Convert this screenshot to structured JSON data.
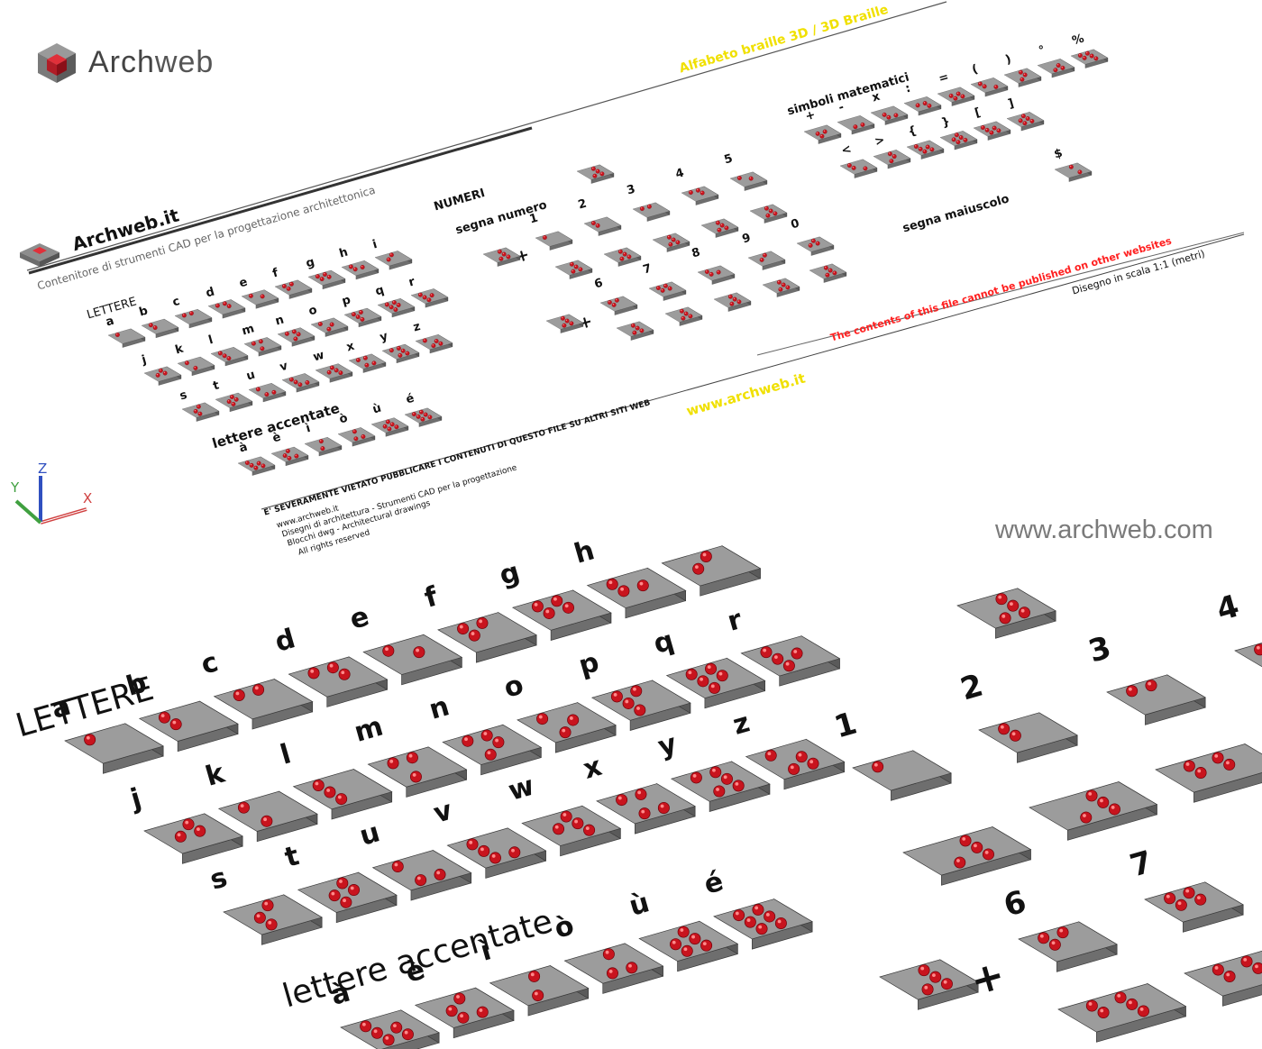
{
  "logo": {
    "brand": "Arch",
    "brand2": "web",
    "icon": "archweb-cube-icon"
  },
  "website": "www.archweb.com",
  "sheet": {
    "title_yellow": "Alfabeto braille 3D  /  3D Braille",
    "archweb_it": "Archweb.it",
    "subtitle": "Contenitore di strumenti CAD per la progettazione architettonica",
    "numeri": "NUMERI",
    "segna_numero": "segna numero",
    "simboli": "simboli matematici",
    "segna_maiuscolo": "segna maiuscolo",
    "lettere": "LETTERE",
    "lettere_accentate": "lettere accentate",
    "red_notice": "The contents of this file cannot be published on other websites",
    "scale": "Disegno in scala 1:1 (metri)",
    "www_yellow": "www.archweb.it",
    "severamente": "E' SEVERAMENTE VIETATO PUBBLICARE I CONTENUTI DI QUESTO FILE SU ALTRI SITI WEB",
    "footer_lines": [
      "www.archweb.it",
      "Disegni di architettura - Strumenti CAD  per la progettazione",
      "Blocchi dwg - Architectural drawings",
      "All rights reserved"
    ],
    "axes": {
      "x": "X",
      "y": "Y",
      "z": "Z"
    }
  },
  "letters": [
    {
      "ch": "a",
      "dots": [
        1
      ]
    },
    {
      "ch": "b",
      "dots": [
        1,
        2
      ]
    },
    {
      "ch": "c",
      "dots": [
        1,
        4
      ]
    },
    {
      "ch": "d",
      "dots": [
        1,
        4,
        5
      ]
    },
    {
      "ch": "e",
      "dots": [
        1,
        5
      ]
    },
    {
      "ch": "f",
      "dots": [
        1,
        2,
        4
      ]
    },
    {
      "ch": "g",
      "dots": [
        1,
        2,
        4,
        5
      ]
    },
    {
      "ch": "h",
      "dots": [
        1,
        2,
        5
      ]
    },
    {
      "ch": "i",
      "dots": [
        2,
        4
      ]
    },
    {
      "ch": "j",
      "dots": [
        2,
        4,
        5
      ]
    },
    {
      "ch": "k",
      "dots": [
        1,
        3
      ]
    },
    {
      "ch": "l",
      "dots": [
        1,
        2,
        3
      ]
    },
    {
      "ch": "m",
      "dots": [
        1,
        3,
        4
      ]
    },
    {
      "ch": "n",
      "dots": [
        1,
        3,
        4,
        5
      ]
    },
    {
      "ch": "o",
      "dots": [
        1,
        3,
        5
      ]
    },
    {
      "ch": "p",
      "dots": [
        1,
        2,
        3,
        4
      ]
    },
    {
      "ch": "q",
      "dots": [
        1,
        2,
        3,
        4,
        5
      ]
    },
    {
      "ch": "r",
      "dots": [
        1,
        2,
        3,
        5
      ]
    },
    {
      "ch": "s",
      "dots": [
        2,
        3,
        4
      ]
    },
    {
      "ch": "t",
      "dots": [
        2,
        3,
        4,
        5
      ]
    },
    {
      "ch": "u",
      "dots": [
        1,
        3,
        6
      ]
    },
    {
      "ch": "v",
      "dots": [
        1,
        2,
        3,
        6
      ]
    },
    {
      "ch": "w",
      "dots": [
        2,
        4,
        5,
        6
      ]
    },
    {
      "ch": "x",
      "dots": [
        1,
        3,
        4,
        6
      ]
    },
    {
      "ch": "y",
      "dots": [
        1,
        3,
        4,
        5,
        6
      ]
    },
    {
      "ch": "z",
      "dots": [
        1,
        3,
        5,
        6
      ]
    }
  ],
  "accented": [
    {
      "ch": "à",
      "dots": [
        1,
        2,
        3,
        5,
        6
      ]
    },
    {
      "ch": "è",
      "dots": [
        2,
        3,
        4,
        6
      ]
    },
    {
      "ch": "ì",
      "dots": [
        3,
        4
      ]
    },
    {
      "ch": "ò",
      "dots": [
        3,
        4,
        6
      ]
    },
    {
      "ch": "ù",
      "dots": [
        2,
        3,
        4,
        5,
        6
      ]
    },
    {
      "ch": "é",
      "dots": [
        1,
        2,
        3,
        4,
        5,
        6
      ]
    }
  ],
  "numbers": [
    "1",
    "2",
    "3",
    "4",
    "5",
    "6",
    "7",
    "8",
    "9",
    "0"
  ],
  "math_symbols": [
    "+",
    "-",
    "x",
    ":",
    "=",
    "(",
    ")",
    "°",
    "%",
    "<",
    ">",
    "{",
    "}",
    "[",
    "]",
    "$"
  ],
  "plus": "+"
}
